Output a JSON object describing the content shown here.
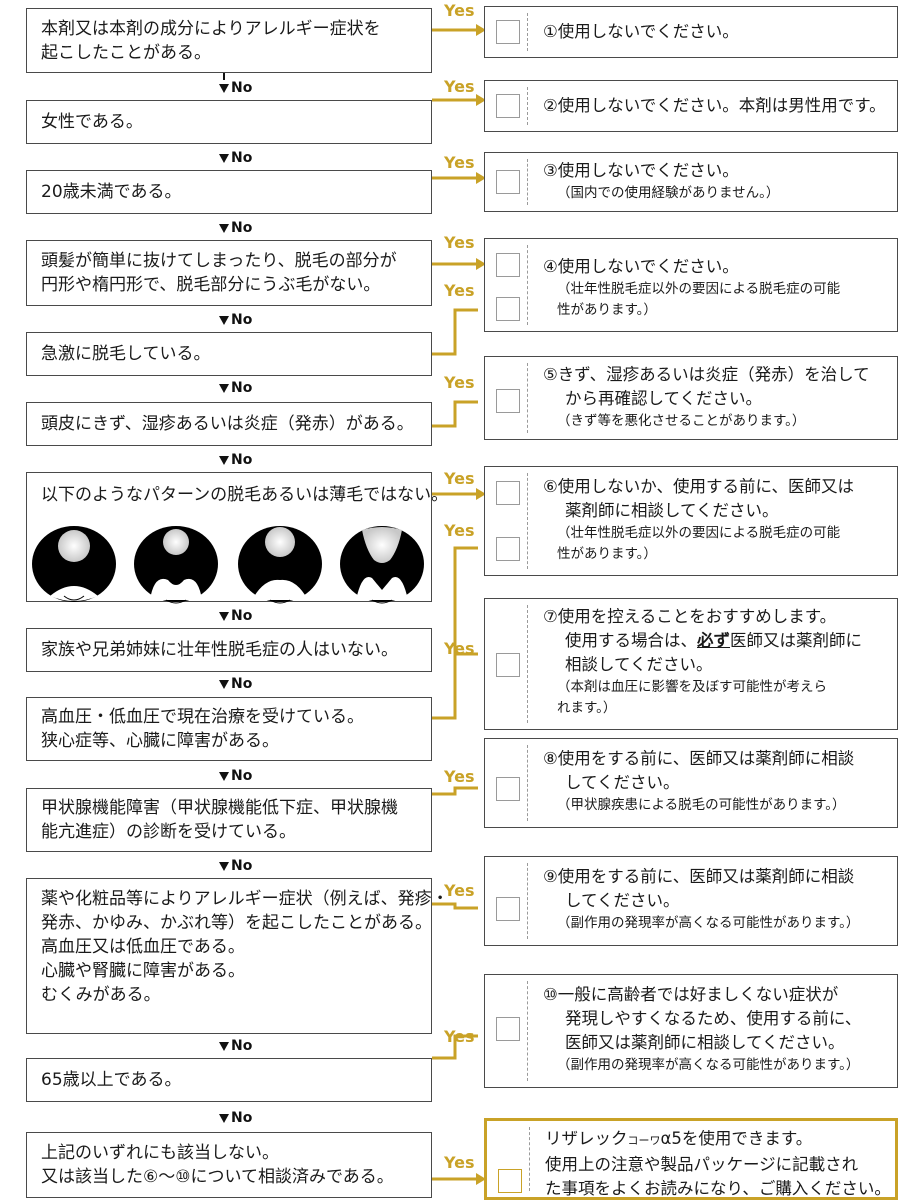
{
  "labels": {
    "yes": "Yes",
    "no": "No"
  },
  "colors": {
    "accent_gold": "#c9a227",
    "border": "#4a4a4a",
    "text": "#1a1a1a"
  },
  "questions": [
    {
      "lines": [
        "本剤又は本剤の成分によりアレルギー症状を",
        "起こしたことがある。"
      ]
    },
    {
      "lines": [
        "女性である。"
      ]
    },
    {
      "lines": [
        "20歳未満である。"
      ]
    },
    {
      "lines": [
        "頭髪が簡単に抜けてしまったり、脱毛の部分が",
        "円形や楕円形で、脱毛部分にうぶ毛がない。"
      ]
    },
    {
      "lines": [
        "急激に脱毛している。"
      ]
    },
    {
      "lines": [
        "頭皮にきず、湿疹あるいは炎症（発赤）がある。"
      ]
    },
    {
      "lines": [
        "以下のようなパターンの脱毛あるいは薄毛ではない。"
      ]
    },
    {
      "lines": [
        "家族や兄弟姉妹に壮年性脱毛症の人はいない。"
      ]
    },
    {
      "lines": [
        "高血圧・低血圧で現在治療を受けている。",
        "狭心症等、心臓に障害がある。"
      ]
    },
    {
      "lines": [
        "甲状腺機能障害（甲状腺機能低下症、甲状腺機",
        "能亢進症）の診断を受けている。"
      ]
    },
    {
      "lines": [
        "薬や化粧品等によりアレルギー症状（例えば、発疹・",
        "発赤、かゆみ、かぶれ等）を起こしたことがある。",
        "高血圧又は低血圧である。",
        "心臓や腎臓に障害がある。",
        "むくみがある。"
      ]
    },
    {
      "lines": [
        "65歳以上である。"
      ]
    },
    {
      "lines": [
        "上記のいずれにも該当しない。",
        "又は該当した⑥〜⑩について相談済みである。"
      ]
    }
  ],
  "answers": {
    "a1": {
      "main": "①使用しないでください。"
    },
    "a2": {
      "main": "②使用しないでください。本剤は男性用です。"
    },
    "a3": {
      "main": "③使用しないでください。",
      "note": "（国内での使用経験がありません。）"
    },
    "a4": {
      "main": "④使用しないでください。",
      "note1": "（壮年性脱毛症以外の要因による脱毛症の可能",
      "note2": "性があります。）"
    },
    "a5": {
      "main1": "⑤きず、湿疹あるいは炎症（発赤）を治して",
      "main2": "から再確認してください。",
      "note": "（きず等を悪化させることがあります。）"
    },
    "a6": {
      "main1": "⑥使用しないか、使用する前に、医師又は",
      "main2": "薬剤師に相談してください。",
      "note1": "（壮年性脱毛症以外の要因による脱毛症の可能",
      "note2": "性があります。）"
    },
    "a7": {
      "main1": "⑦使用を控えることをおすすめします。",
      "main2a": "使用する場合は、",
      "main2b": "必ず",
      "main2c": "医師又は薬剤師に",
      "main3": "相談してください。",
      "note1": "（本剤は血圧に影響を及ぼす可能性が考えら",
      "note2": "れます。）"
    },
    "a8": {
      "main1": "⑧使用をする前に、医師又は薬剤師に相談",
      "main2": "してください。",
      "note": "（甲状腺疾患による脱毛の可能性があります。）"
    },
    "a9": {
      "main1": "⑨使用をする前に、医師又は薬剤師に相談",
      "main2": "してください。",
      "note": "（副作用の発現率が高くなる可能性があります。）"
    },
    "a10": {
      "main1": "⑩一般に高齢者では好ましくない症状が",
      "main2": "発現しやすくなるため、使用する前に、",
      "main3": "医師又は薬剤師に相談してください。",
      "note": "（副作用の発現率が高くなる可能性があります。）"
    },
    "a11": {
      "line1a": "リザレック",
      "line1b": "コーワ",
      "line1c": "α5を使用できます。",
      "line2": "使用上の注意や製品パッケージに記載され",
      "line3": "た事項をよくお読みになり、ご購入ください。"
    }
  }
}
